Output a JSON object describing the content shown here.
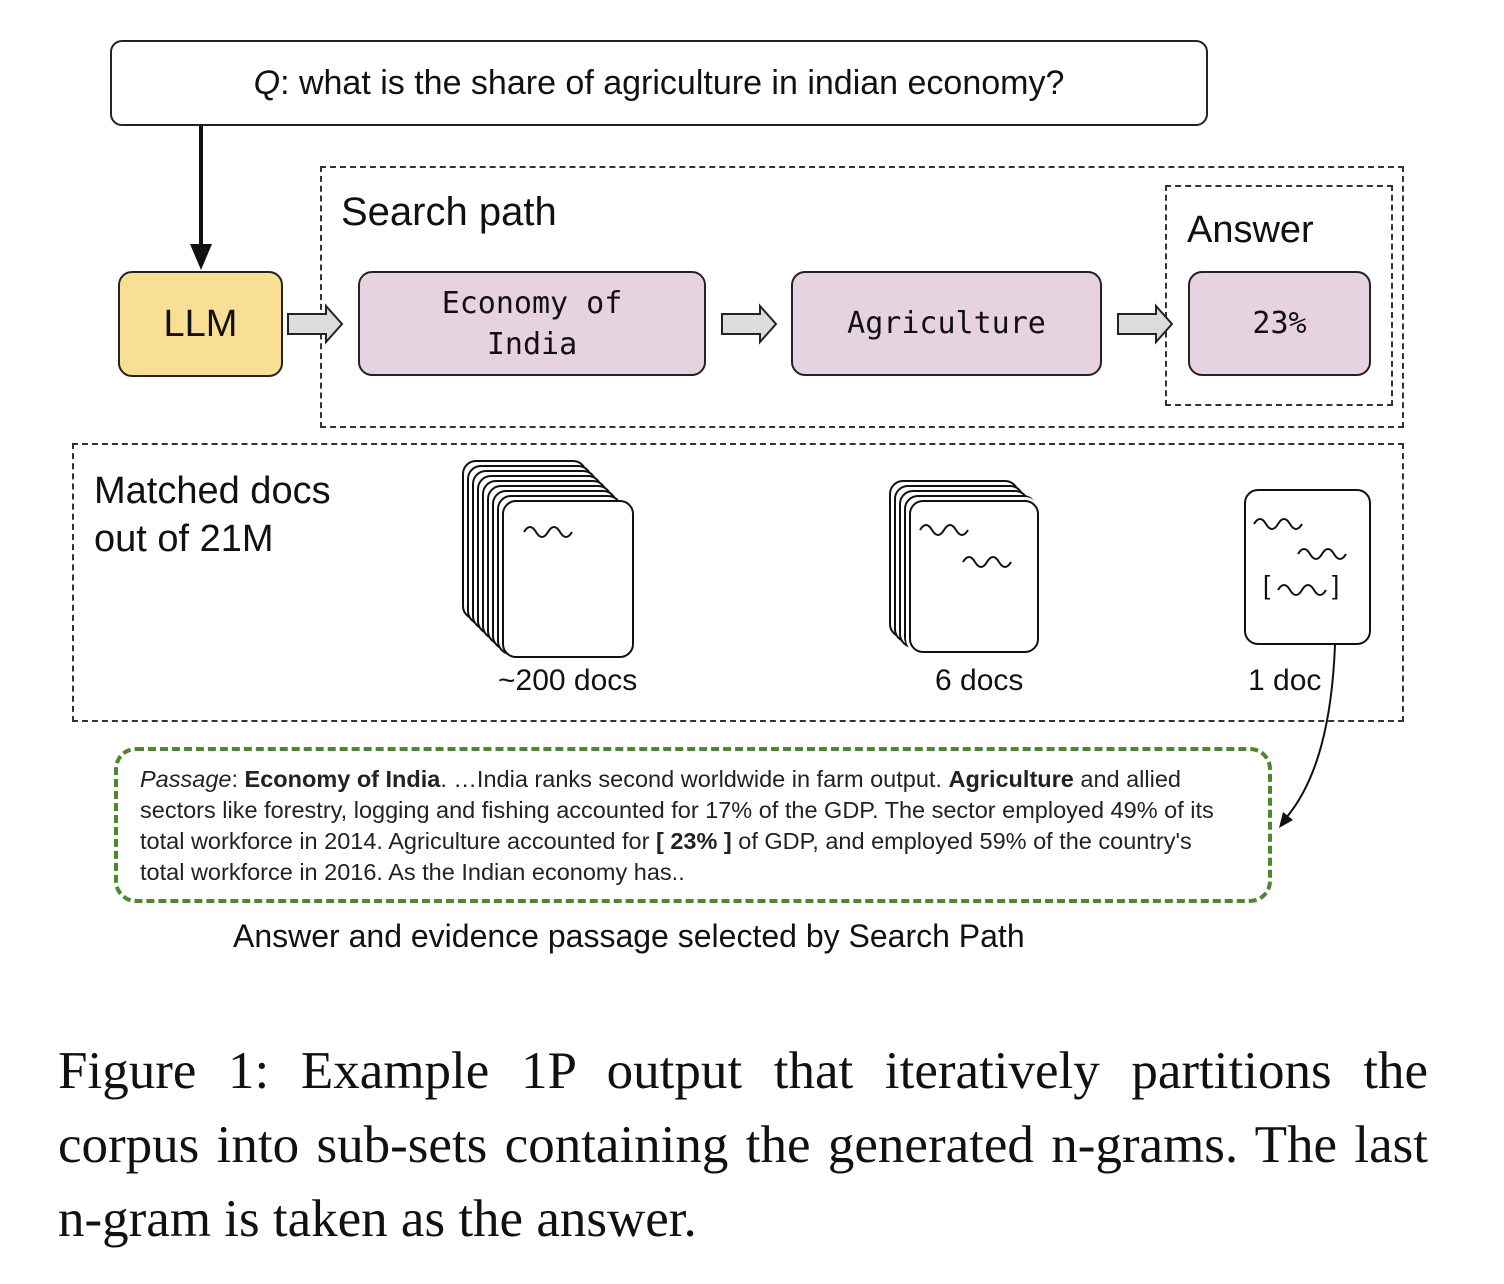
{
  "question": {
    "prefix": "Q",
    "text": ": what is the share of agriculture in indian economy?"
  },
  "llm": {
    "label": "LLM"
  },
  "search_path": {
    "title": "Search path",
    "steps": [
      "Economy of India",
      "Agriculture"
    ],
    "answer_title": "Answer",
    "answer_value": "23%"
  },
  "matched_docs": {
    "title_line1": "Matched docs",
    "title_line2": "out of 21M",
    "groups": [
      {
        "label": "~200 docs"
      },
      {
        "label": "6 docs"
      },
      {
        "label": "1 doc"
      }
    ],
    "answer_marker_left": "[",
    "answer_marker_right": "]"
  },
  "passage": {
    "label": "Passage",
    "colon": ": ",
    "title": "Economy of India",
    "seg1": ". …India ranks second worldwide in farm output. ",
    "bold1": "Agriculture",
    "seg2": " and allied sectors like forestry, logging and fishing accounted for 17% of the GDP. The sector employed 49% of its total workforce in 2014. Agriculture accounted for ",
    "answer": "[ 23% ]",
    "seg3": " of GDP, and employed 59% of the country's total workforce in 2016. As the Indian economy has.."
  },
  "passage_caption": "Answer and evidence passage selected by Search Path",
  "figure_caption": "Figure 1: Example 1P output that iteratively partitions the corpus into sub-sets containing the generated n-grams. The last n-gram is taken as the answer.",
  "colors": {
    "llm_fill": "#f9df94",
    "step_fill": "#e6d3df",
    "arrow_fill": "#dcdcdc",
    "passage_border": "#4a8a2c"
  }
}
